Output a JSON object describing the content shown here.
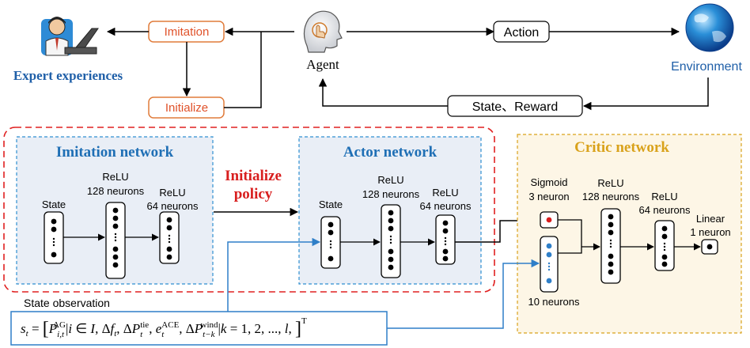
{
  "top": {
    "expert_label": "Expert experiences",
    "imitation_label": "Imitation",
    "initialize_label": "Initialize",
    "agent_label": "Agent",
    "action_label": "Action",
    "environment_label": "Environment",
    "state_reward_label": "State、Reward"
  },
  "imitation_network": {
    "title": "Imitation network",
    "state_label": "State",
    "layer1_label_a": "ReLU",
    "layer1_label_b": "128 neurons",
    "layer2_label_a": "ReLU",
    "layer2_label_b": "64 neurons"
  },
  "initialize_policy": {
    "line1": "Initialize",
    "line2": "policy"
  },
  "actor_network": {
    "title": "Actor network",
    "state_label": "State",
    "layer1_label_a": "ReLU",
    "layer1_label_b": "128 neurons",
    "layer2_label_a": "ReLU",
    "layer2_label_b": "64 neurons"
  },
  "critic_network": {
    "title": "Critic network",
    "sigmoid_label_a": "Sigmoid",
    "sigmoid_label_b": "3 neuron",
    "input_label": "10 neurons",
    "layer1_label_a": "ReLU",
    "layer1_label_b": "128 neurons",
    "layer2_label_a": "ReLU",
    "layer2_label_b": "64 neurons",
    "output_label_a": "Linear",
    "output_label_b": "1 neuron"
  },
  "state_observation": {
    "label": "State observation",
    "formula": "s_t = [ P_{i,t}^{AG} | i ∈ I, Δf_t, ΔP_t^{tie}, e_t^{ACE}, ΔP_{t−k}^{wind} | k = 1, 2, ..., l, ]^T"
  },
  "colors": {
    "blue_title": "#1f6fb5",
    "red_text": "#d81e1e",
    "orange_title": "#d9a21b",
    "orange_box": "#e07b3a",
    "panel_fill": "#e9eef6",
    "critic_fill": "#fdf6e6",
    "arrow_blue": "#2f7fc8"
  }
}
